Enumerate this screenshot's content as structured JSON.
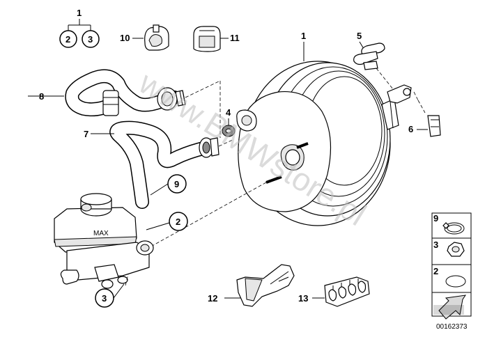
{
  "diagram_id": "00162373",
  "watermark": "www.BMWstore.pl",
  "callouts": {
    "c1_top": "1",
    "c2_top": "2",
    "c3_top": "3",
    "c10": "10",
    "c11": "11",
    "c1_booster": "1",
    "c5": "5",
    "c8": "8",
    "c4": "4",
    "c6": "6",
    "c7": "7",
    "c9": "9",
    "c2_mid": "2",
    "c3_bottom": "3",
    "c12": "12",
    "c13": "13"
  },
  "legend": {
    "items": [
      {
        "number": "9"
      },
      {
        "number": "3"
      },
      {
        "number": "2"
      }
    ]
  },
  "reservoir_mark": "MAX"
}
